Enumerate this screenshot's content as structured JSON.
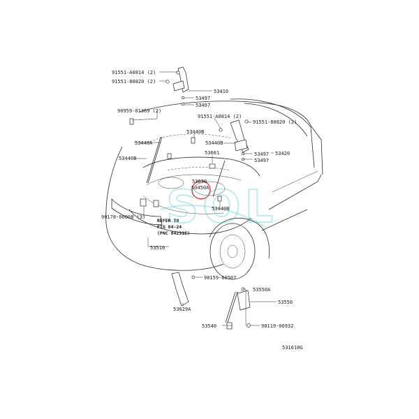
{
  "labels": {
    "p91551_a0814_top": "91551-A0814 (2)",
    "p91551_80820_top": "91551-80820 (2)",
    "p53497_a": "53497",
    "p53497_b": "53497",
    "p53410": "53410",
    "p90959": "90959-01369 (2)",
    "p91551_a0814_mid": "91551-A0814 (2)",
    "p91551_80820_mid": "91551-80820 (2)",
    "p53440b_a": "53440B",
    "p53440a": "53440A",
    "p53440b_b": "53440B",
    "p53440b_left": "53440B",
    "p53601": "53601",
    "p53497_c": "53497",
    "p53420": "53420",
    "p53497_d": "53497",
    "p53630": "53630",
    "p53450a": "53450A",
    "p53440b_low": "53440B",
    "p90178": "90178-06008 (3)",
    "p53510": "53510",
    "p90159": "90159-60507",
    "p53629a": "53629A",
    "p53550a": "53550A",
    "p53550": "53550",
    "p53540": "53540",
    "p90119": "90119-06932",
    "figure_code": "531610G"
  },
  "reference_note": {
    "line1": "REFER TO",
    "line2": "FIG 84-24",
    "line3": "(PNC 84231E)"
  },
  "watermark": "SOL",
  "colors": {
    "highlight_circle": "#e03030",
    "watermark": "#4fc3c8",
    "ink": "#222222"
  }
}
